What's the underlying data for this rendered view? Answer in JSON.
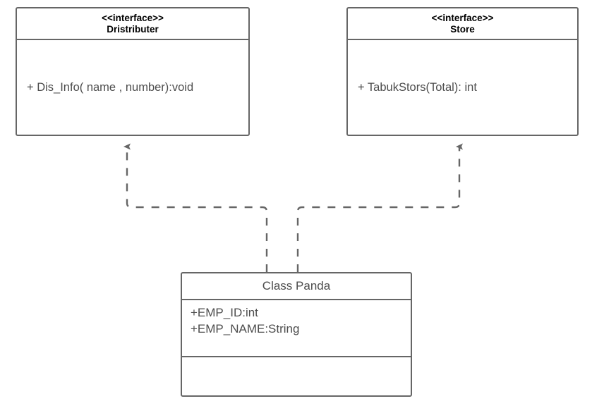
{
  "diagram": {
    "type": "uml-class-diagram",
    "background_color": "#ffffff",
    "stroke_color": "#666666",
    "text_color": "#4d4d4d",
    "header_text_color": "#000000"
  },
  "interfaces": [
    {
      "stereotype": "<<interface>>",
      "name": "Dristributer",
      "operations": [
        "+  Dis_Info( name , number):void"
      ]
    },
    {
      "stereotype": "<<interface>>",
      "name": "Store",
      "operations": [
        "+ TabukStors(Total): int"
      ]
    }
  ],
  "class": {
    "name": "Class Panda",
    "attributes": [
      "+EMP_ID:int",
      "+EMP_NAME:String"
    ],
    "operations": []
  },
  "relationships": [
    {
      "kind": "realization",
      "line_style": "dashed",
      "arrowhead": "triangle",
      "from": "Class Panda",
      "to": "Dristributer"
    },
    {
      "kind": "realization",
      "line_style": "dashed",
      "arrowhead": "triangle",
      "from": "Class Panda",
      "to": "Store"
    }
  ]
}
